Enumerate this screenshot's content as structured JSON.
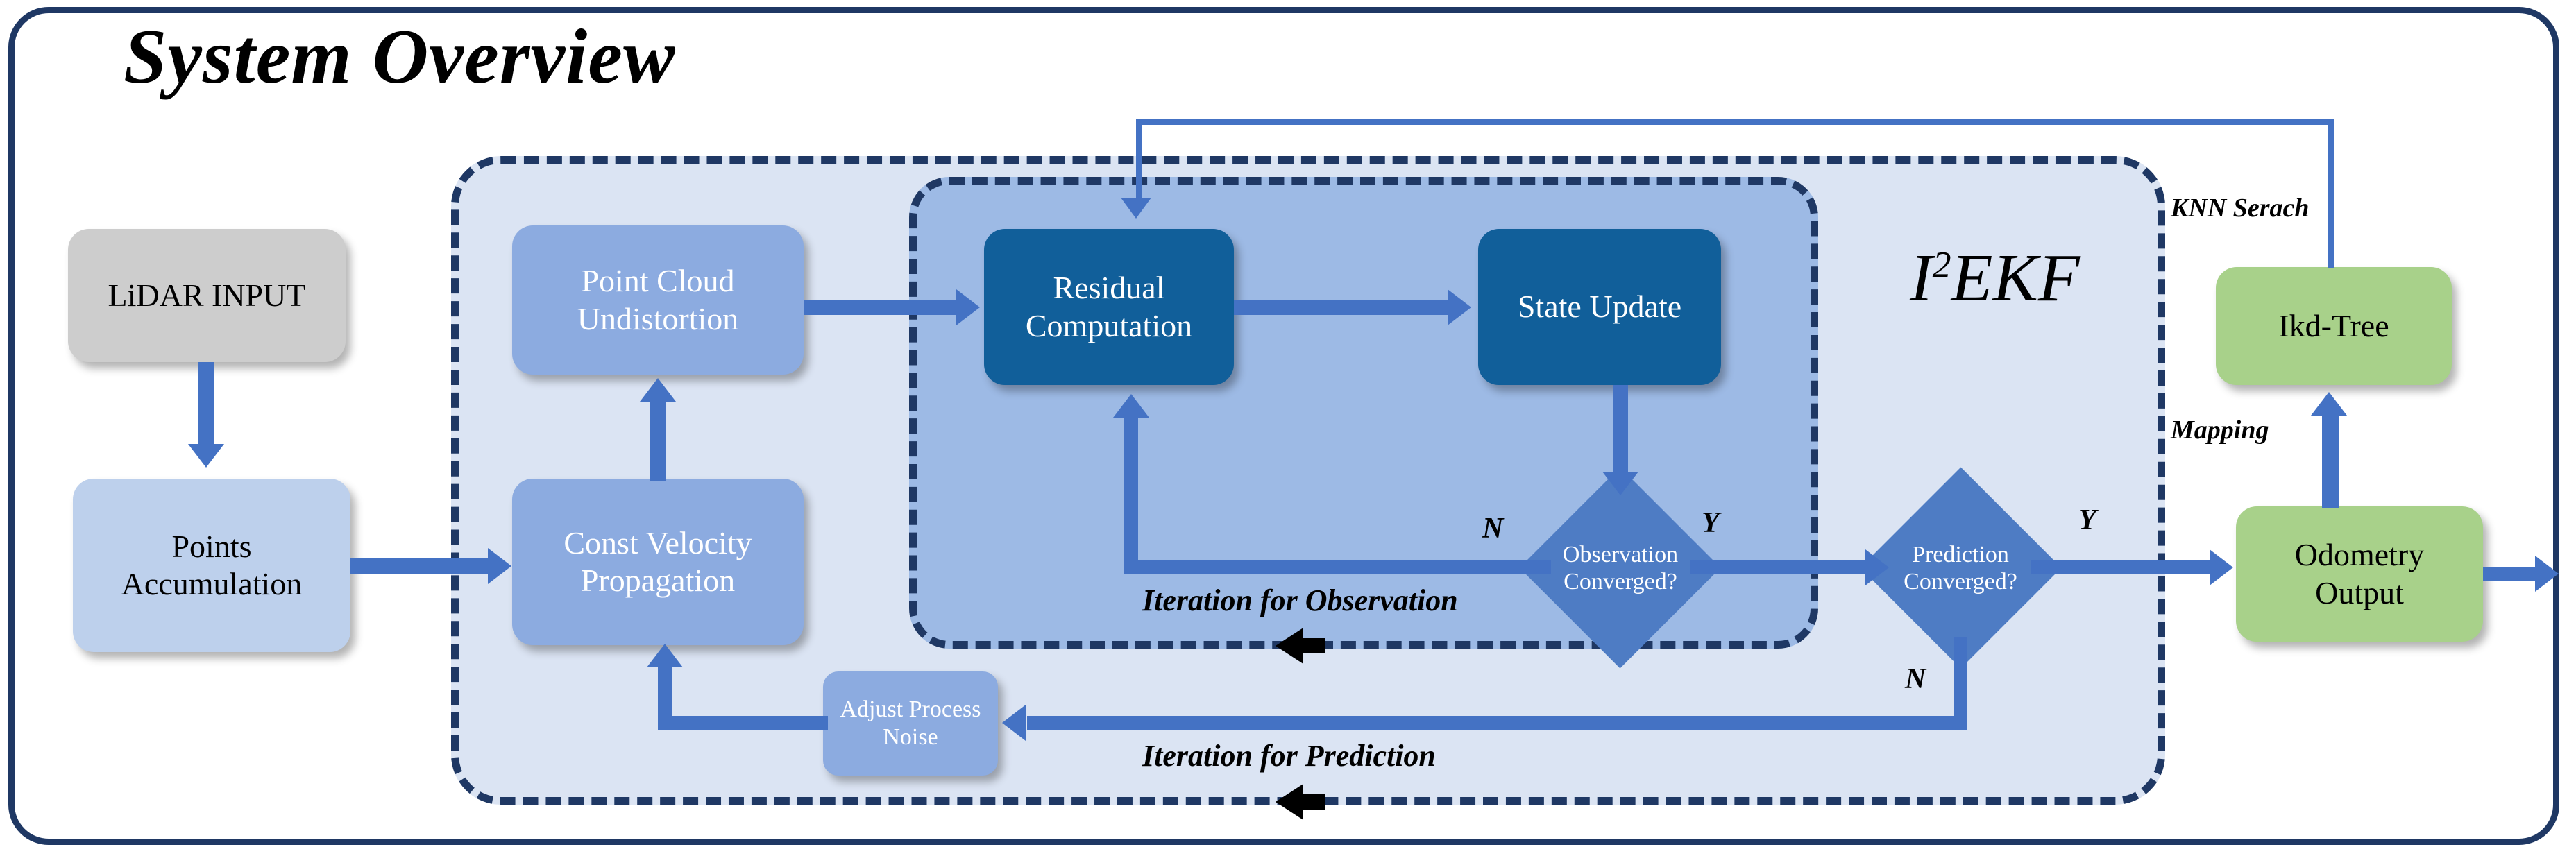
{
  "title": "System Overview",
  "panels": {
    "ekf_label_main": "I",
    "ekf_label_sup": "2",
    "ekf_label_tail": "EKF",
    "iteration_observation": "Iteration for Observation",
    "iteration_prediction": "Iteration for Prediction"
  },
  "nodes": {
    "lidar_input": "LiDAR INPUT",
    "points_accumulation": "Points\nAccumulation",
    "points_accumulation_l1": "Points",
    "points_accumulation_l2": "Accumulation",
    "point_cloud_undistortion_l1": "Point Cloud",
    "point_cloud_undistortion_l2": "Undistortion",
    "const_velocity_l1": "Const Velocity",
    "const_velocity_l2": "Propagation",
    "residual_computation_l1": "Residual",
    "residual_computation_l2": "Computation",
    "state_update": "State Update",
    "adjust_process_noise_l1": "Adjust Process",
    "adjust_process_noise_l2": "Noise",
    "ikd_tree": "Ikd-Tree",
    "odometry_output_l1": "Odometry",
    "odometry_output_l2": "Output"
  },
  "decisions": {
    "observation_converged_l1": "Observation",
    "observation_converged_l2": "Converged?",
    "prediction_converged_l1": "Prediction",
    "prediction_converged_l2": "Converged?"
  },
  "edge_labels": {
    "knn_search": "KNN Serach",
    "mapping": "Mapping",
    "observation_n": "N",
    "observation_y": "Y",
    "prediction_n": "N",
    "prediction_y": "Y"
  },
  "colors": {
    "frame_navy": "#1f3864",
    "outer_panel_bg": "#dbe4f3",
    "inner_panel_bg": "#9dbae5",
    "node_gray": "#cdcdcd",
    "node_lightblue": "#bdd0ec",
    "node_medblue": "#8cabe0",
    "node_darkblue": "#115f9a",
    "node_green": "#a8d18a",
    "diamond_blue": "#4e7cc4",
    "arrow_blue": "#4472c4"
  }
}
